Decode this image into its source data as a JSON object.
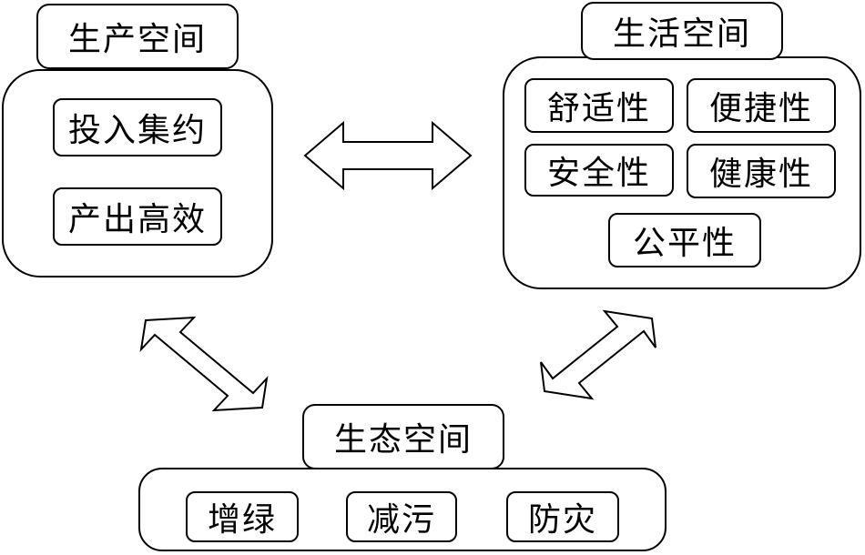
{
  "production": {
    "title": "生产空间",
    "items": [
      "投入集约",
      "产出高效"
    ]
  },
  "living": {
    "title": "生活空间",
    "items": [
      "舒适性",
      "便捷性",
      "安全性",
      "健康性",
      "公平性"
    ]
  },
  "ecology": {
    "title": "生态空间",
    "items": [
      "增绿",
      "减污",
      "防灾"
    ]
  }
}
